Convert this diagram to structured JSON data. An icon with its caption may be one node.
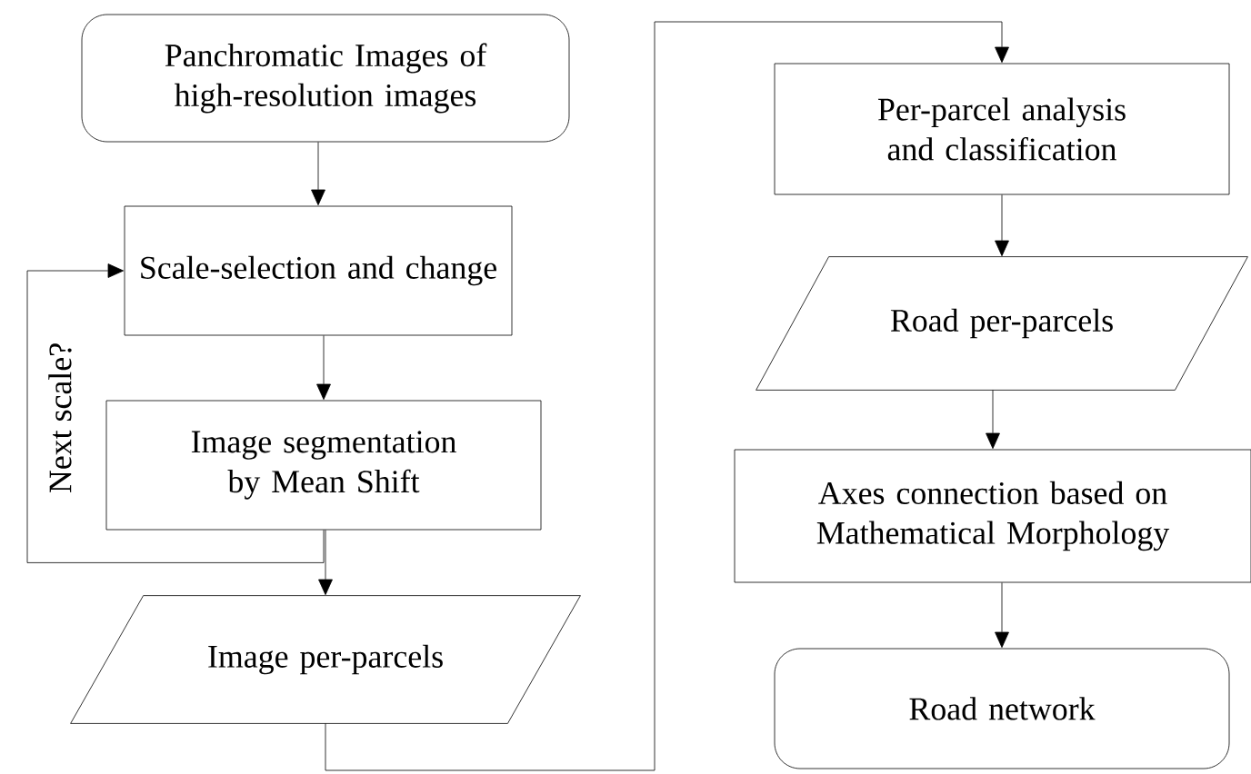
{
  "diagram": {
    "nodes": [
      {
        "text": [
          "Panchromatic Images of high-resolution images"
        ]
      },
      {
        "text": [
          "Scale-selection and change"
        ]
      },
      {
        "text": [
          "Image segmentation by Mean Shift"
        ]
      },
      {
        "text": [
          "Image per-parcels"
        ]
      },
      {
        "text": [
          "Per-parcel analysis and classification"
        ]
      },
      {
        "text": [
          "Road per-parcels"
        ]
      },
      {
        "text": [
          "Axes connection based on Mathematical Morphology"
        ]
      },
      {
        "text": [
          "Road network"
        ]
      }
    ],
    "edges": [
      {
        "from": 0,
        "to": 1,
        "arrow": "to"
      },
      {
        "from": 1,
        "to": 2,
        "arrow": "to"
      },
      {
        "from": 2,
        "to": 3,
        "arrow": "to"
      },
      {
        "from": 2,
        "to": 1,
        "arrow": "to",
        "label": "Next scale?"
      },
      {
        "from": 3,
        "to": 4,
        "arrow": "to"
      },
      {
        "from": 4,
        "to": 5,
        "arrow": "to"
      },
      {
        "from": 5,
        "to": 6,
        "arrow": "to"
      },
      {
        "from": 6,
        "to": 7,
        "arrow": "to"
      }
    ]
  }
}
